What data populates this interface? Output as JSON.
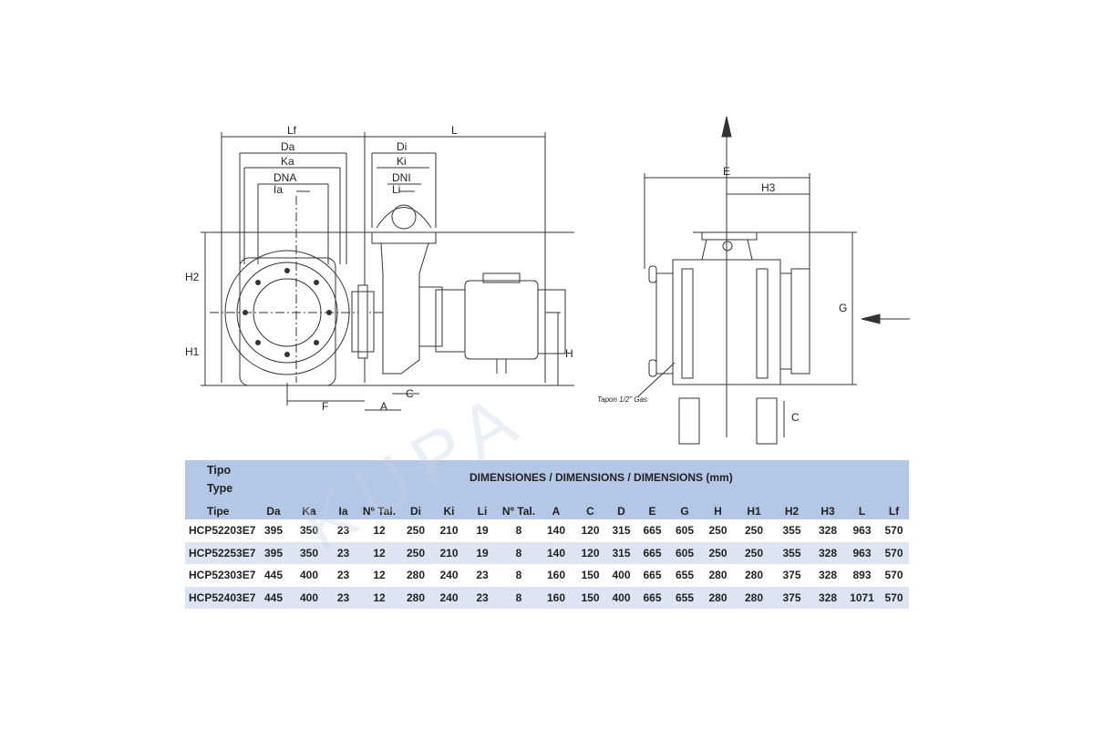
{
  "drawing": {
    "labels_front": {
      "Lf": "Lf",
      "Da": "Da",
      "Ka": "Ka",
      "DNA": "DNA",
      "Ia": "Ia",
      "Di": "Di",
      "Ki": "Ki",
      "DNI": "DNI",
      "Li": "Li",
      "L": "L",
      "H2": "H2",
      "H1": "H1",
      "F": "F",
      "A": "A",
      "C": "C",
      "H": "H"
    },
    "labels_side": {
      "E": "E",
      "H3": "H3",
      "G": "G",
      "C": "C",
      "plug_note": "Tapon 1/2\" Gas"
    }
  },
  "watermark": "KUPA",
  "table": {
    "type_label_lines": [
      "Tipo",
      "Type",
      "Tipe"
    ],
    "title": "DIMENSIONES / DIMENSIONS / DIMENSIONS (mm)",
    "columns": [
      "Da",
      "Ka",
      "Ia",
      "Nº Tal.",
      "Di",
      "Ki",
      "Li",
      "Nº Tal.",
      "A",
      "C",
      "D",
      "E",
      "G",
      "H",
      "H1",
      "H2",
      "H3",
      "L",
      "Lf"
    ],
    "rows": [
      [
        "HCP52203E7",
        "395",
        "350",
        "23",
        "12",
        "250",
        "210",
        "19",
        "8",
        "140",
        "120",
        "315",
        "665",
        "605",
        "250",
        "250",
        "355",
        "328",
        "963",
        "570"
      ],
      [
        "HCP52253E7",
        "395",
        "350",
        "23",
        "12",
        "250",
        "210",
        "19",
        "8",
        "140",
        "120",
        "315",
        "665",
        "605",
        "250",
        "250",
        "355",
        "328",
        "963",
        "570"
      ],
      [
        "HCP52303E7",
        "445",
        "400",
        "23",
        "12",
        "280",
        "240",
        "23",
        "8",
        "160",
        "150",
        "400",
        "665",
        "655",
        "280",
        "280",
        "375",
        "328",
        "893",
        "570"
      ],
      [
        "HCP52403E7",
        "445",
        "400",
        "23",
        "12",
        "280",
        "240",
        "23",
        "8",
        "160",
        "150",
        "400",
        "665",
        "655",
        "280",
        "280",
        "375",
        "328",
        "1071",
        "570"
      ]
    ]
  }
}
